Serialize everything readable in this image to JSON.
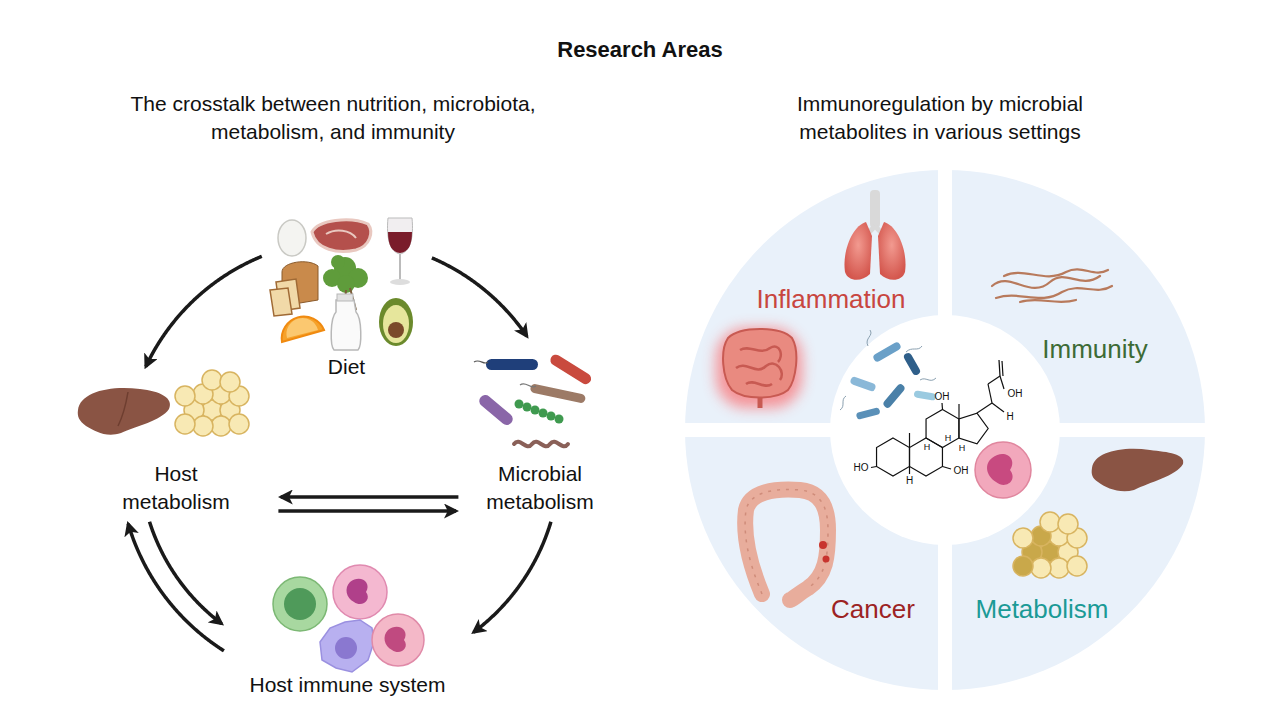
{
  "diagram": {
    "title": "Research Areas",
    "nodes": [
      {
        "text": [
          "Diet"
        ]
      },
      {
        "text": [
          "Host metabolism"
        ]
      },
      {
        "text": [
          "Microbial metabolism"
        ]
      },
      {
        "text": [
          "Host immune system"
        ]
      }
    ],
    "edges": [
      {
        "from": 0,
        "to": 1,
        "arrow": "to"
      },
      {
        "from": 0,
        "to": 2,
        "arrow": "to"
      },
      {
        "from": 2,
        "to": 1,
        "arrow": "to"
      },
      {
        "from": 1,
        "to": 2,
        "arrow": "to"
      },
      {
        "from": 1,
        "to": 3,
        "arrow": "to"
      },
      {
        "from": 3,
        "to": 1,
        "arrow": "to"
      },
      {
        "from": 2,
        "to": 3,
        "arrow": "to"
      }
    ],
    "labels": [
      "The crosstalk between nutrition, microbiota, metabolism, and immunity",
      "Immunoregulation by microbial metabolites in various settings",
      "Inflammation",
      "Immunity",
      "Cancer",
      "Metabolism",
      "OH",
      "OH",
      "H",
      "H",
      "H",
      "H",
      "H",
      "HO",
      "OH"
    ]
  }
}
